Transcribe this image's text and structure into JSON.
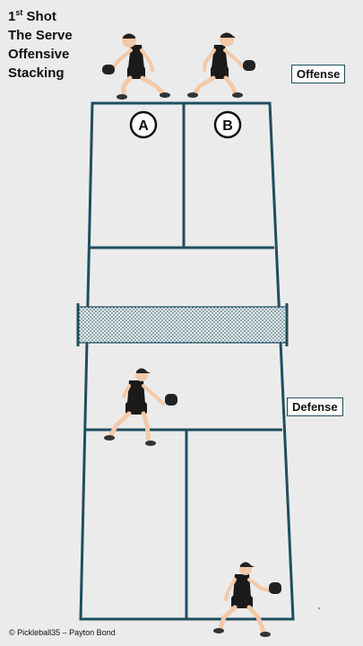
{
  "title": {
    "line1_main": "1",
    "line1_sup": "st",
    "line1_rest": " Shot",
    "line2": "The Serve",
    "line3": "Offensive",
    "line4": "Stacking"
  },
  "labels": {
    "offense": "Offense",
    "defense": "Defense",
    "player_a": "A",
    "player_b": "B"
  },
  "credit": "© Pickleball35 – Payton Bond",
  "colors": {
    "court_line": "#1f4e5f",
    "background": "#ebebeb",
    "shirt": "#1a1a1a",
    "skin": "#f2c9a8",
    "net_fill": "#dfe9ee"
  },
  "figures": [
    {
      "name": "player-a-figure",
      "role": "offense",
      "paddle_side": "left"
    },
    {
      "name": "player-b-figure",
      "role": "offense",
      "paddle_side": "right"
    },
    {
      "name": "defense-net-player-figure",
      "role": "defense",
      "paddle_side": "right"
    },
    {
      "name": "defense-back-player-figure",
      "role": "defense",
      "paddle_side": "right"
    }
  ]
}
